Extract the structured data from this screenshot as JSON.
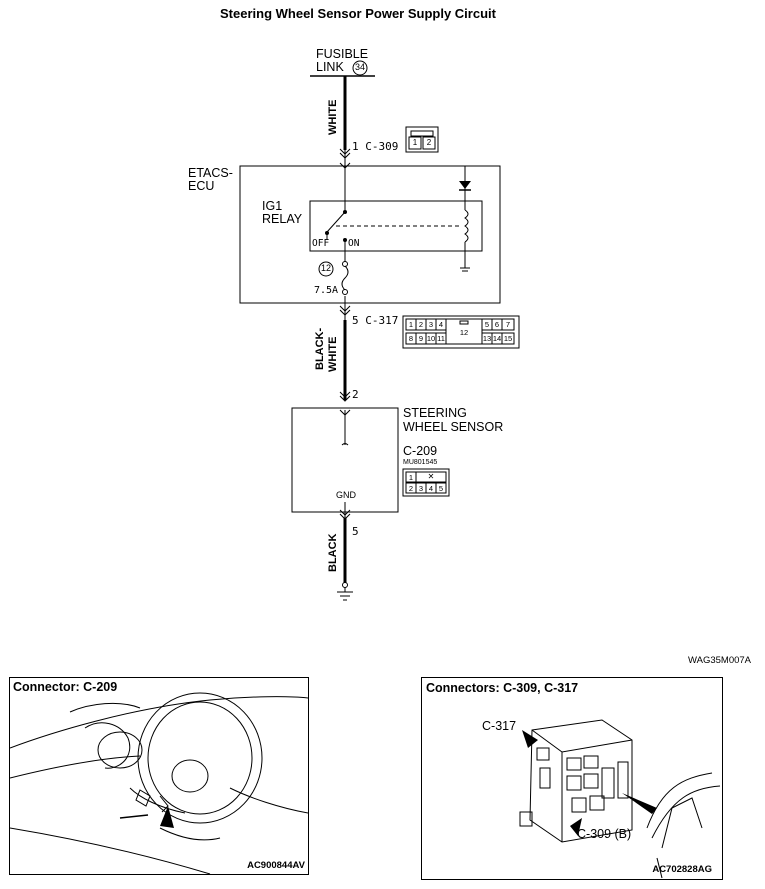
{
  "title": "Steering Wheel Sensor Power Supply Circuit",
  "fusible_link": {
    "line1": "FUSIBLE",
    "line2": "LINK",
    "number": "34"
  },
  "wires": {
    "white": "WHITE",
    "black_white_1": "BLACK-",
    "black_white_2": "WHITE",
    "black": "BLACK"
  },
  "pins": {
    "c309_pin": "1 C-309",
    "c317_pin": "5 C-317",
    "sensor_in": "2",
    "sensor_out": "5"
  },
  "etacs": {
    "line1": "ETACS-",
    "line2": "ECU"
  },
  "relay": {
    "line1": "IG1",
    "line2": "RELAY",
    "off": "OFF",
    "on": "ON"
  },
  "fuse": {
    "number": "12",
    "rating": "7.5A"
  },
  "c309_connector": {
    "cells": [
      "1",
      "2"
    ]
  },
  "c317_connector": {
    "row1": [
      "1",
      "2",
      "3",
      "4",
      "12",
      "5",
      "6",
      "7"
    ],
    "row2": [
      "8",
      "9",
      "10",
      "11",
      "13",
      "14",
      "15"
    ]
  },
  "sensor": {
    "line1": "STEERING",
    "line2": "WHEEL SENSOR",
    "connector": "C-209",
    "part_no": "MU801545",
    "gnd": "GND",
    "row1": [
      "1",
      "✕"
    ],
    "row2": [
      "2",
      "3",
      "4",
      "5"
    ]
  },
  "diagram_code": "WAG35M007A",
  "panel_left": {
    "title": "Connector: C-209",
    "code": "AC900844AV"
  },
  "panel_right": {
    "title": "Connectors: C-309, C-317",
    "c317_label": "C-317",
    "c309_label": "C-309 (B)",
    "code": "AC702828AG"
  }
}
